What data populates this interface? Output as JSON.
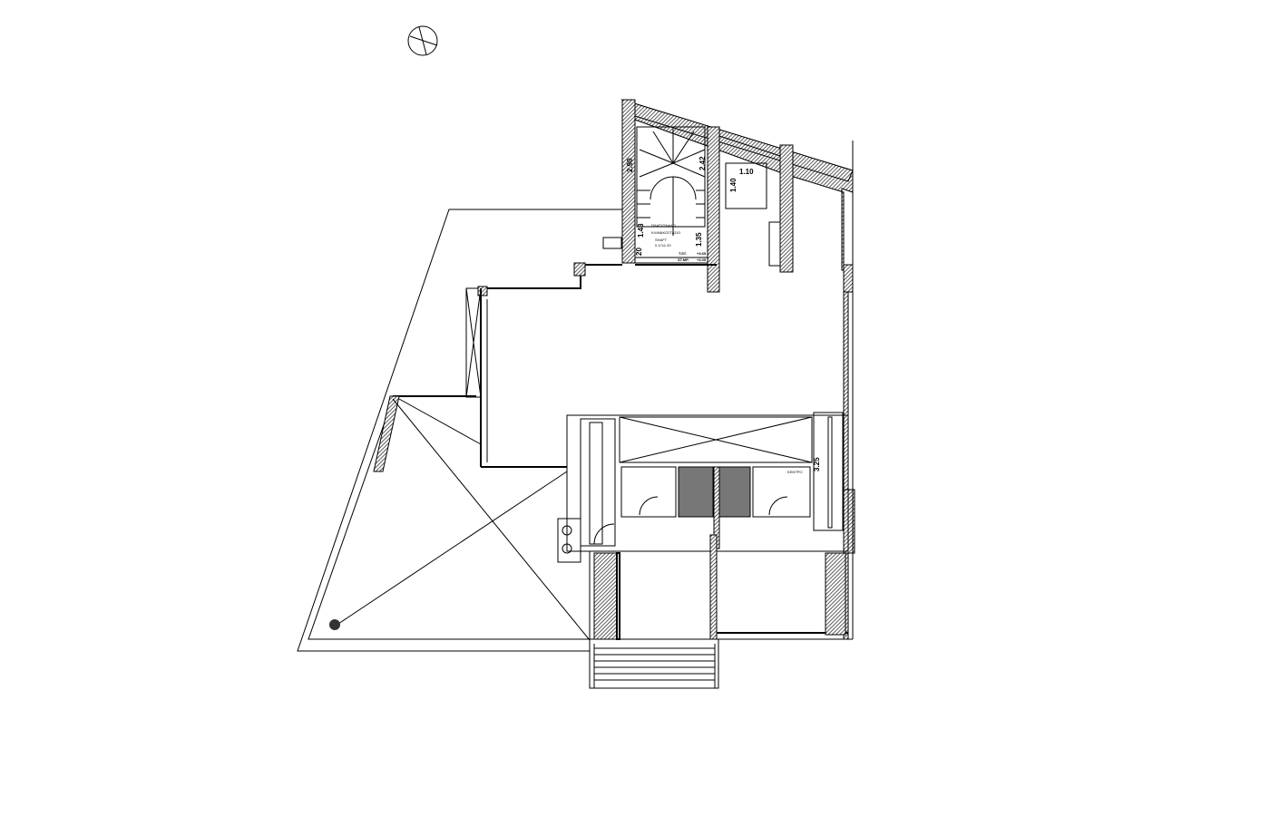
{
  "plan": {
    "north_arrow": "north-arrow-icon",
    "dimensions": {
      "stair_left": "2.90",
      "stair_right": "2.42",
      "lift_width": "1.10",
      "lift_depth": "1.40",
      "landing_left": "1.43",
      "landing_right": "1.35",
      "step": "20",
      "right_stair": "3.25"
    },
    "levels": {
      "top_label": "T.ST.",
      "top_value": "+3.65",
      "floor_label": "ST.MP.",
      "floor_value": "+3.05"
    },
    "labels": {
      "landing": "ΠΛΑΤΥΣΚΑΛΟ",
      "landing_sub": "ΚΛΙΜΑΚΟΣΤΑΣΙΟ",
      "shaft": "SHAFT",
      "shaft_size": "0.17x1.20",
      "wc_sign": "ΚΕΝΤΡΟ"
    }
  }
}
